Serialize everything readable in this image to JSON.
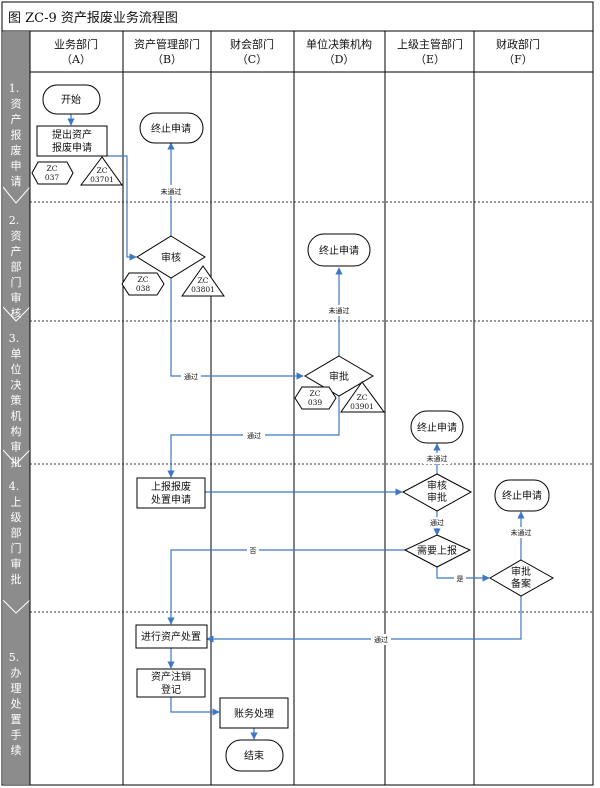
{
  "title": "图 ZC-9 资产报废业务流程图",
  "lanes": [
    {
      "name": "业务部门",
      "code": "（A）"
    },
    {
      "name": "资产管理部门",
      "code": "（B）"
    },
    {
      "name": "财会部门",
      "code": "（C）"
    },
    {
      "name": "单位决策机构",
      "code": "（D）"
    },
    {
      "name": "上级主管部门",
      "code": "（E）"
    },
    {
      "name": "财政部门",
      "code": "（F）"
    }
  ],
  "phases": [
    {
      "num": "1.",
      "chars": [
        "资",
        "产",
        "报",
        "废",
        "申",
        "请"
      ]
    },
    {
      "num": "2.",
      "chars": [
        "资",
        "产",
        "部",
        "门",
        "审",
        "核"
      ]
    },
    {
      "num": "3.",
      "chars": [
        "单",
        "位",
        "决",
        "策",
        "机",
        "构",
        "审",
        "批"
      ]
    },
    {
      "num": "4.",
      "chars": [
        "上",
        "级",
        "部",
        "门",
        "审",
        "批"
      ]
    },
    {
      "num": "5.",
      "chars": [
        "办",
        "理",
        "处",
        "置",
        "手",
        "续"
      ]
    }
  ],
  "nodes": {
    "start": "开始",
    "apply": [
      "提出资产",
      "报废申请"
    ],
    "stop1": "终止申请",
    "review": "审核",
    "stop2": "终止申请",
    "approve_d": "审批",
    "stop3": "终止申请",
    "report": [
      "上报报废",
      "处置申请"
    ],
    "review_e": [
      "审核",
      "审批"
    ],
    "need_report": "需要上报",
    "stop4": "终止申请",
    "approve_f": [
      "审批",
      "备案"
    ],
    "dispose": "进行资产处置",
    "cancel": [
      "资产注销",
      "登记"
    ],
    "accounting": "账务处理",
    "end": "结束"
  },
  "tags": {
    "zc037": [
      "ZC",
      "037"
    ],
    "zc03701": [
      "ZC",
      "03701"
    ],
    "zc038": [
      "ZC",
      "038"
    ],
    "zc03801": [
      "ZC",
      "03801"
    ],
    "zc039": [
      "ZC",
      "039"
    ],
    "zc03901": [
      "ZC",
      "03901"
    ]
  },
  "edge_labels": {
    "not_passed_1": "未通过",
    "not_passed_2": "未通过",
    "passed_b_d": "通过",
    "passed_d_b": "通过",
    "not_passed_3": "未通过",
    "passed_e": "通过",
    "no": "否",
    "yes": "是",
    "not_passed_4": "未通过",
    "passed_f": "通过"
  },
  "colors": {
    "phase_bar": "#8c8c8c",
    "connector": "#3e77c8",
    "border": "#000000"
  }
}
